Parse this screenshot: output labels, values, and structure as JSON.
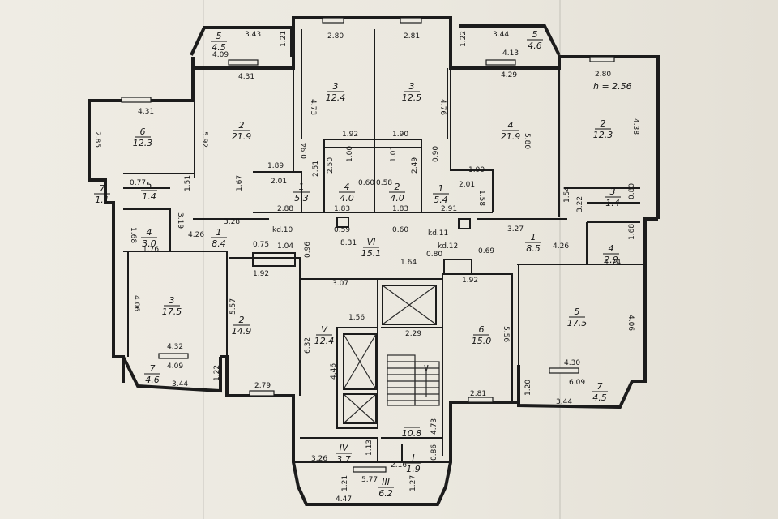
{
  "ceiling_height": "h = 2.56",
  "rooms": [
    {
      "no": "5",
      "area": "4.5"
    },
    {
      "no": "3",
      "area": "12.4"
    },
    {
      "no": "3",
      "area": "12.5"
    },
    {
      "no": "5",
      "area": "4.6"
    },
    {
      "no": "6",
      "area": "12.3"
    },
    {
      "no": "2",
      "area": "21.9"
    },
    {
      "no": "4",
      "area": "21.9"
    },
    {
      "no": "2",
      "area": "12.3"
    },
    {
      "no": "7",
      "area": "1.1"
    },
    {
      "no": "5",
      "area": "1.4"
    },
    {
      "no": "1",
      "area": "5.3"
    },
    {
      "no": "4",
      "area": "4.0"
    },
    {
      "no": "2",
      "area": "4.0"
    },
    {
      "no": "1",
      "area": "5.4"
    },
    {
      "no": "3",
      "area": "1.4"
    },
    {
      "no": "4",
      "area": "3.0"
    },
    {
      "no": "1",
      "area": "8.4"
    },
    {
      "no": "VI",
      "area": "15.1"
    },
    {
      "no": "1",
      "area": "8.5"
    },
    {
      "no": "4",
      "area": "2.9"
    },
    {
      "no": "3",
      "area": "17.5"
    },
    {
      "no": "2",
      "area": "14.9"
    },
    {
      "no": "V",
      "area": "12.4"
    },
    {
      "no": "6",
      "area": "15.0"
    },
    {
      "no": "5",
      "area": "17.5"
    },
    {
      "no": "7",
      "area": "4.6"
    },
    {
      "no": "7",
      "area": "4.5"
    },
    {
      "no": "",
      "area": "10.8"
    },
    {
      "no": "IV",
      "area": "3.7"
    },
    {
      "no": "I",
      "area": "1.9"
    },
    {
      "no": "III",
      "area": "6.2"
    }
  ],
  "dimensions": [
    "3.43",
    "1.21",
    "2.80",
    "2.81",
    "3.44",
    "1.22",
    "4.09",
    "4.31",
    "4.73",
    "4.76",
    "4.13",
    "4.29",
    "2.80",
    "4.31",
    "2.85",
    "5.92",
    "5.80",
    "4.38",
    "1.92",
    "1.90",
    "1.89",
    "0.94",
    "1.00",
    "1.01",
    "0.90",
    "1.90",
    "2.01",
    "2.51",
    "2.50",
    "0.60",
    "0.58",
    "2.49",
    "2.01",
    "1.58",
    "0.77",
    "1.51",
    "1.67",
    "2.88",
    "1.83",
    "1.83",
    "2.91",
    "1.54",
    "0.80",
    "3.28",
    "3.27",
    "3.19",
    "1.68",
    "4.26",
    "0.59",
    "8.31",
    "0.60",
    "4.26",
    "3.22",
    "1.68",
    "1.76",
    "0.75",
    "1.04",
    "0.80",
    "0.69",
    "1.74",
    "1.64",
    "0.96",
    "1.92",
    "1.92",
    "3.07",
    "4.06",
    "5.57",
    "1.56",
    "2.29",
    "5.56",
    "4.06",
    "6.32",
    "4.32",
    "4.30",
    "4.09",
    "4.46",
    "6.09",
    "1.22",
    "1.20",
    "3.44",
    "2.79",
    "2.81",
    "3.44",
    "4.73",
    "1.13",
    "0.86",
    "3.26",
    "2.16",
    "5.77",
    "1.21",
    "4.47",
    "1.27"
  ],
  "corridor_labels": [
    "kd.10",
    "kd.11",
    "kd.12"
  ]
}
